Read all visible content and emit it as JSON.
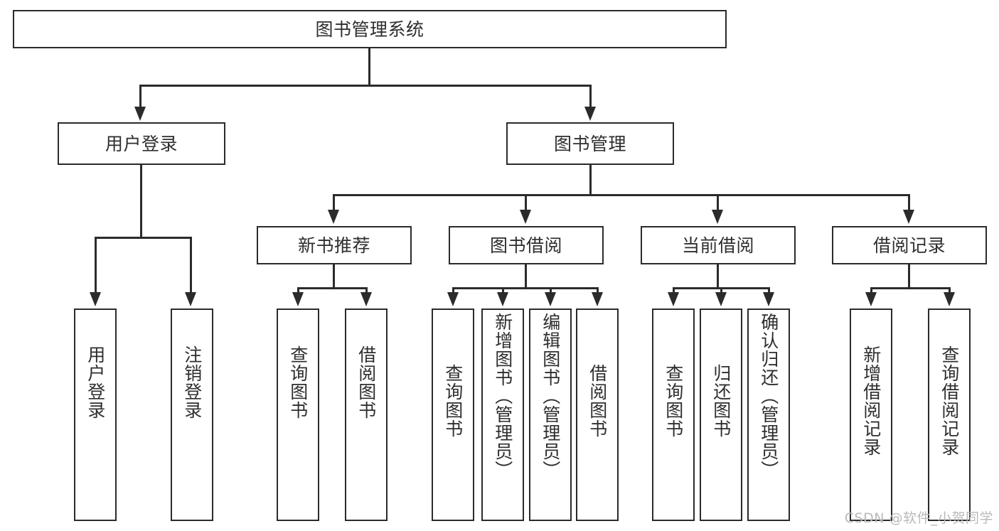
{
  "diagram": {
    "type": "tree-hierarchy-chart",
    "title": "图书管理系统",
    "root": {
      "id": "root",
      "label": "图书管理系统"
    },
    "level2": [
      {
        "id": "user-login",
        "label": "用户登录"
      },
      {
        "id": "book-management",
        "label": "图书管理"
      }
    ],
    "level3": [
      {
        "id": "new-book-recommend",
        "label": "新书推荐",
        "parent": "book-management"
      },
      {
        "id": "book-borrow",
        "label": "图书借阅",
        "parent": "book-management"
      },
      {
        "id": "current-borrow",
        "label": "当前借阅",
        "parent": "book-management"
      },
      {
        "id": "borrow-record",
        "label": "借阅记录",
        "parent": "book-management"
      }
    ],
    "leaves": {
      "user_login": [
        {
          "id": "leaf-user-login",
          "label": "用户登录"
        },
        {
          "id": "leaf-logout-login",
          "label": "注销登录"
        }
      ],
      "new_book_recommend": [
        {
          "id": "leaf-query-book-1",
          "label": "查询图书"
        },
        {
          "id": "leaf-borrow-book-1",
          "label": "借阅图书"
        }
      ],
      "book_borrow": [
        {
          "id": "leaf-query-book-2",
          "label": "查询图书"
        },
        {
          "id": "leaf-add-book",
          "label": "新增图书（管理员）"
        },
        {
          "id": "leaf-edit-book",
          "label": "编辑图书（管理员）"
        },
        {
          "id": "leaf-borrow-book-2",
          "label": "借阅图书"
        }
      ],
      "current_borrow": [
        {
          "id": "leaf-query-book-3",
          "label": "查询图书"
        },
        {
          "id": "leaf-return-book",
          "label": "归还图书"
        },
        {
          "id": "leaf-confirm-return",
          "label": "确认归还（管理员）"
        }
      ],
      "borrow_record": [
        {
          "id": "leaf-add-record",
          "label": "新增借阅记录"
        },
        {
          "id": "leaf-query-record",
          "label": "查询借阅记录"
        }
      ]
    }
  },
  "watermark": {
    "text": "CSDN @软件_小贺同学"
  },
  "colors": {
    "stroke": "#2b2b2b",
    "text": "#2e2e2e",
    "background": "#ffffff",
    "watermark": "#b9b9b9"
  }
}
